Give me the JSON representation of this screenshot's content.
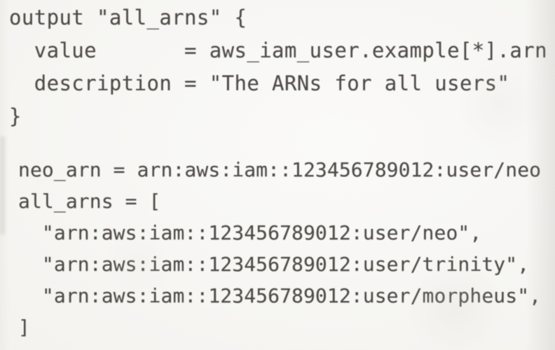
{
  "page": {
    "background_color": "#f5f4f1",
    "text_color": "#4f4b47"
  },
  "terraform_code_block": {
    "language": "terraform",
    "lines": [
      "output \"all_arns\" {",
      "  value       = aws_iam_user.example[*].arn",
      "  description = \"The ARNs for all users\"",
      "}"
    ]
  },
  "terraform_apply_output_block": {
    "lines": [
      "neo_arn = arn:aws:iam::123456789012:user/neo",
      "all_arns = [",
      "  \"arn:aws:iam::123456789012:user/neo\",",
      "  \"arn:aws:iam::123456789012:user/trinity\",",
      "  \"arn:aws:iam::123456789012:user/morpheus\",",
      "]"
    ]
  }
}
